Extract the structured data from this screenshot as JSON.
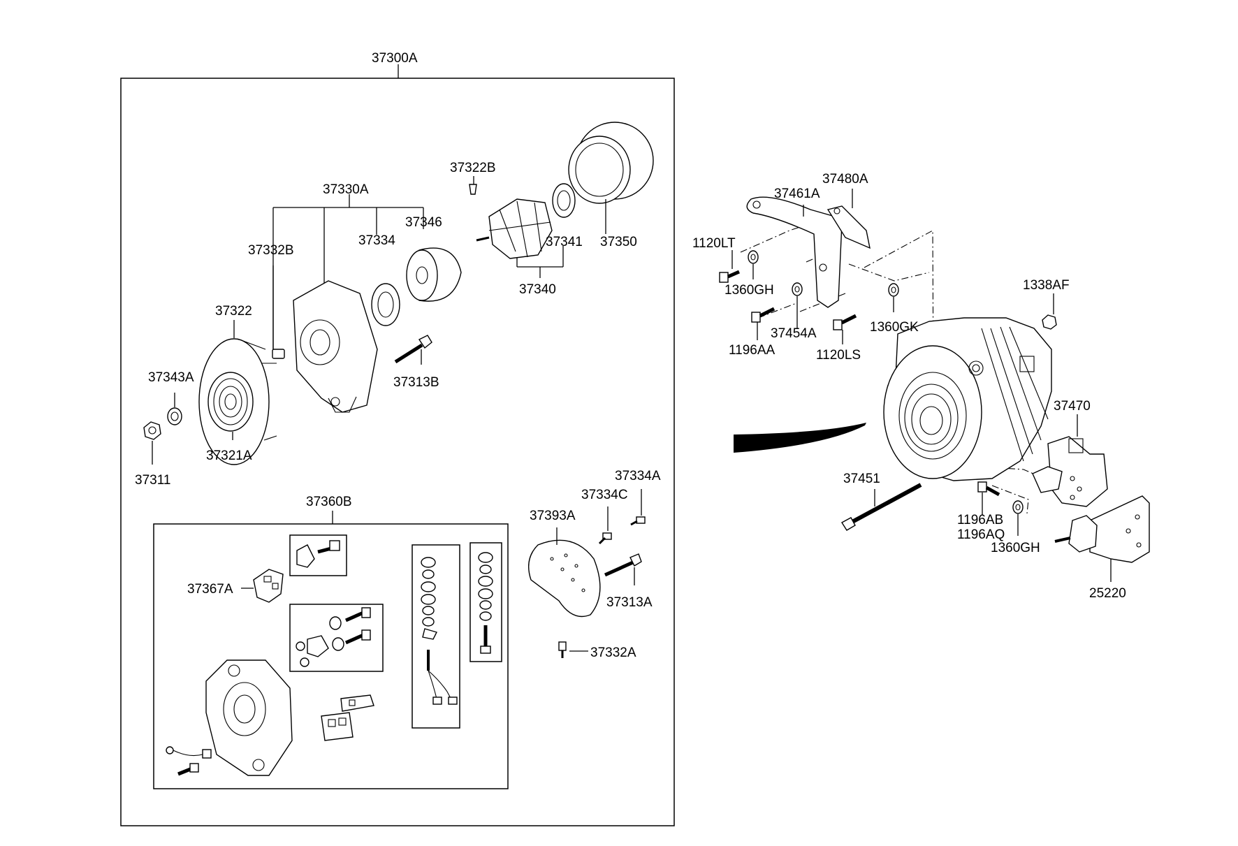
{
  "diagram": {
    "assembly_label": "37300A",
    "subassembly_label": "37360B",
    "rotor_group_label": "37330A",
    "rotor_sub_label": "37340",
    "labels": {
      "p37322B": "37322B",
      "p37346": "37346",
      "p37334": "37334",
      "p37341": "37341",
      "p37350": "37350",
      "p37332B": "37332B",
      "p37322": "37322",
      "p37343A": "37343A",
      "p37313B": "37313B",
      "p37321A": "37321A",
      "p37311": "37311",
      "p37334A": "37334A",
      "p37334C": "37334C",
      "p37393A": "37393A",
      "p37313A": "37313A",
      "p37332A": "37332A",
      "p37367A": "37367A",
      "p37480A": "37480A",
      "p37461A": "37461A",
      "p1120LT": "1120LT",
      "p1360GH_top": "1360GH",
      "p1338AF": "1338AF",
      "p37454A": "37454A",
      "p1360GK": "1360GK",
      "p1196AA": "1196AA",
      "p1120LS": "1120LS",
      "p37470": "37470",
      "p37451": "37451",
      "p1196AB": "1196AB",
      "p1196AQ": "1196AQ",
      "p1360GH_bottom": "1360GH",
      "p25220": "25220"
    }
  }
}
